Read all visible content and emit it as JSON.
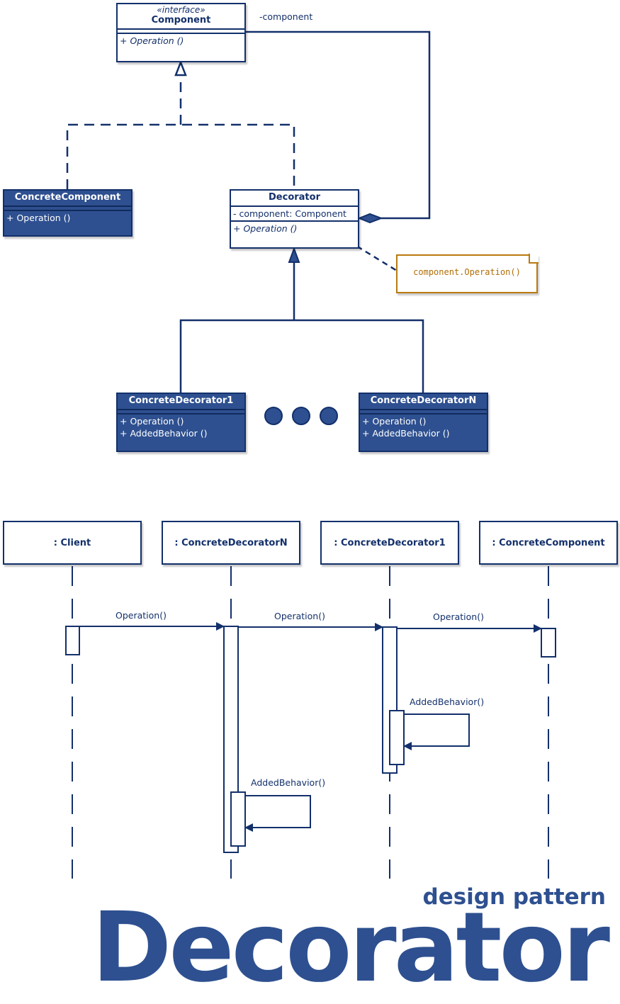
{
  "class_diagram": {
    "component": {
      "stereotype": "«interface»",
      "name": "Component",
      "operation": "+ Operation ()"
    },
    "component_role": "-component",
    "concrete_component": {
      "name": "ConcreteComponent",
      "operation": "+ Operation ()"
    },
    "decorator": {
      "name": "Decorator",
      "attribute": "- component: Component",
      "operation": "+ Operation ()"
    },
    "note": "component.Operation()",
    "concrete_decorator_1": {
      "name": "ConcreteDecorator1",
      "operations": [
        "+ Operation ()",
        "+ AddedBehavior ()"
      ]
    },
    "concrete_decorator_n": {
      "name": "ConcreteDecoratorN",
      "operations": [
        "+ Operation ()",
        "+ AddedBehavior ()"
      ]
    }
  },
  "sequence_diagram": {
    "lifelines": [
      ": Client",
      ": ConcreteDecoratorN",
      ": ConcreteDecorator1",
      ": ConcreteComponent"
    ],
    "messages": [
      "Operation()",
      "Operation()",
      "Operation()",
      "AddedBehavior()",
      "AddedBehavior()"
    ]
  },
  "branding": {
    "subtitle": "design pattern",
    "title": "Decorator"
  },
  "colors": {
    "navy": "#13306b",
    "fill": "#2e5090",
    "note_border": "#b97a10"
  }
}
